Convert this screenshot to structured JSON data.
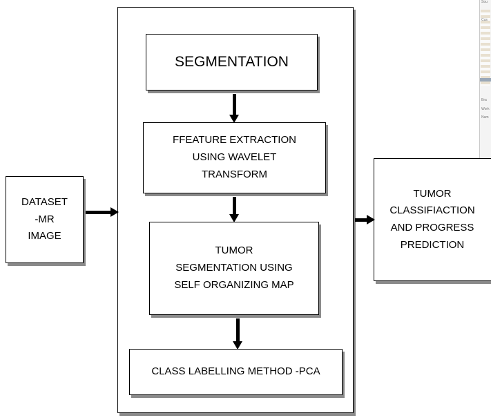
{
  "diagram": {
    "dataset": "DATASET\n-MR\nIMAGE",
    "segmentation": "SEGMENTATION",
    "feature_extraction": "FFEATURE EXTRACTION\nUSING WAVELET\nTRANSFORM",
    "som": "TUMOR\nSEGMENTATION USING\nSELF ORGANIZING MAP",
    "labelling": "CLASS LABELLING METHOD -PCA",
    "classification": "TUMOR\nCLASSIFIACTION\nAND PROGRESS\nPREDICTION"
  },
  "inset_lines": [
    "Sou",
    "Cus",
    "Bra",
    "Work",
    "Nam"
  ]
}
